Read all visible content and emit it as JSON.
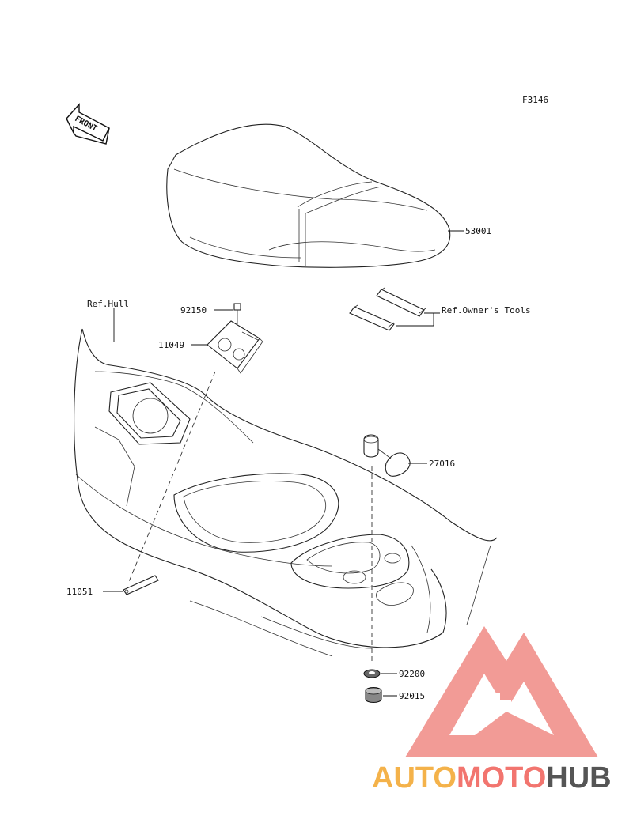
{
  "diagram": {
    "figure_code": "F3146",
    "front_arrow_text": "FRONT",
    "labels": {
      "seat": "53001",
      "tools": "Ref.Owner's Tools",
      "hull": "Ref.Hull",
      "bolt": "92150",
      "bracket": "11049",
      "clip": "27016",
      "strap": "11051",
      "washer": "92200",
      "cap": "92015"
    }
  },
  "watermark": {
    "part1": "AUTO",
    "part2": "MOTO",
    "part3": "HUB",
    "colors": {
      "triangle": "#f08a84",
      "auto": "#f4b24a",
      "moto": "#f2756f",
      "hub": "#555555"
    }
  }
}
